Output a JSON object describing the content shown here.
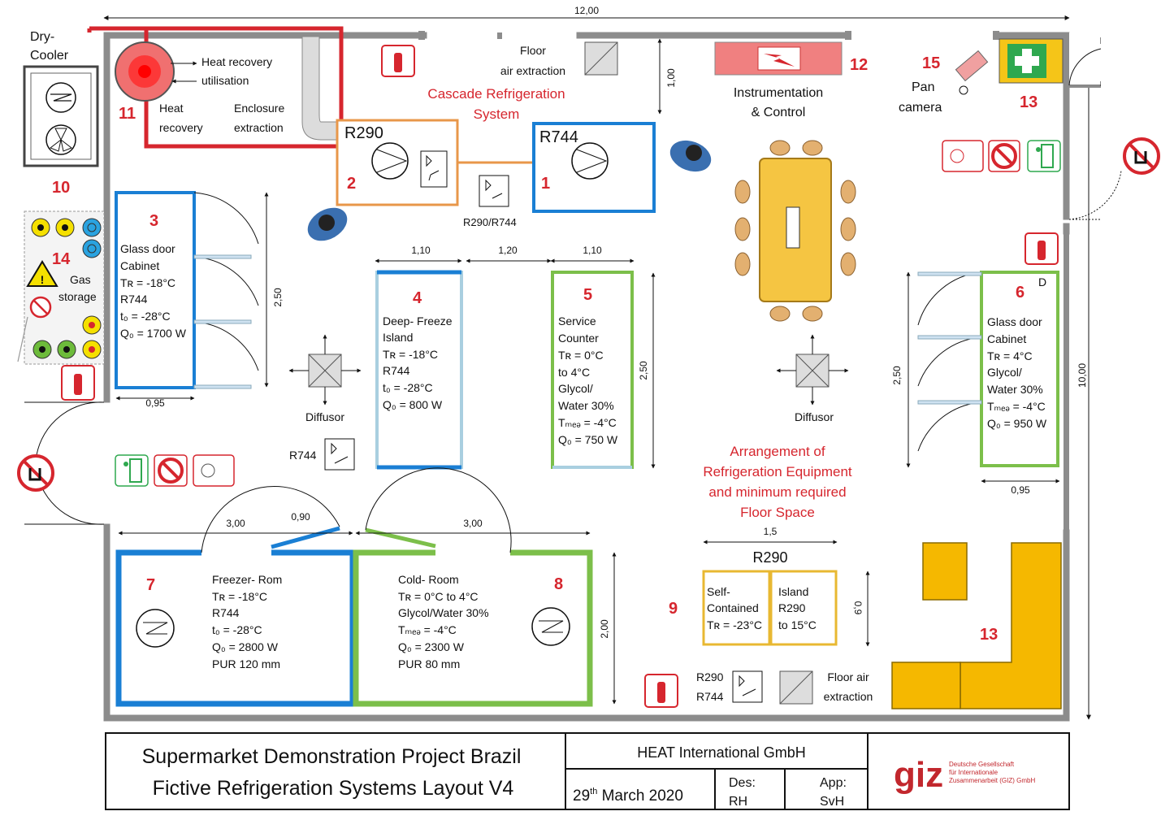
{
  "overall_dims": {
    "width": "12,00",
    "height": "10,00",
    "floor_air_depth": "1,00"
  },
  "title_block": {
    "line1": "Supermarket Demonstration Project Brazil",
    "line2": "Fictive Refrigeration Systems Layout V4",
    "company": "HEAT International GmbH",
    "date_day": "29",
    "date_sup": "th",
    "date_rest": " March 2020",
    "des_label": "Des:",
    "des_value": "RH",
    "app_label": "App:",
    "app_value": "SvH",
    "logo_text": "giz",
    "logo_sub1": "Deutsche Gesellschaft",
    "logo_sub2": "für Internationale",
    "logo_sub3": "Zusammenarbeit (GIZ) GmbH"
  },
  "labels": {
    "dry_cooler_1": "Dry-",
    "dry_cooler_2": "Cooler",
    "heat_recovery_util_1": "Heat recovery",
    "heat_recovery_util_2": "utilisation",
    "heat_recovery_1": "Heat",
    "heat_recovery_2": "recovery",
    "enclosure_1": "Enclosure",
    "enclosure_2": "extraction",
    "floor_air_1": "Floor",
    "floor_air_2": "air extraction",
    "cascade_1": "Cascade Refrigeration",
    "cascade_2": "System",
    "instrumentation_1": "Instrumentation",
    "instrumentation_2": "& Control",
    "pan_1": "Pan",
    "pan_2": "camera",
    "r290": "R290",
    "r744": "R744",
    "r290_r744": "R290/R744",
    "gas_1": "Gas",
    "gas_2": "storage",
    "diffusor": "Diffusor",
    "arrangement_1": "Arrangement of",
    "arrangement_2": "Refrigeration Equipment",
    "arrangement_3": "and minimum required",
    "arrangement_4": "Floor Space",
    "floor_air_br_1": "Floor air",
    "floor_air_br_2": "extraction",
    "r290_br": "R290",
    "r744_br": "R744",
    "r744_mid": "R744",
    "d_mark": "D"
  },
  "numbers": {
    "n1": "1",
    "n2": "2",
    "n3": "3",
    "n4": "4",
    "n5": "5",
    "n6": "6",
    "n7": "7",
    "n8": "8",
    "n9": "9",
    "n10": "10",
    "n11": "11",
    "n12": "12",
    "n13a": "13",
    "n13b": "13",
    "n14": "14",
    "n15": "15"
  },
  "dims": {
    "d110a": "1,10",
    "d120": "1,20",
    "d110b": "1,10",
    "d250a": "2,50",
    "d250b": "2,50",
    "d250c": "2,50",
    "d095a": "0,95",
    "d095b": "0,95",
    "d300a": "3,00",
    "d090": "0,90",
    "d300b": "3,00",
    "d200": "2,00",
    "d15": "1,5",
    "d09": "0,9"
  },
  "units": {
    "u3": {
      "l1": "Glass door",
      "l2": "Cabinet",
      "l3": "Tʀ = -18°C",
      "l4": "R744",
      "l5": "t₀ = -28°C",
      "l6": "Q₀ = 1700 W"
    },
    "u4": {
      "l1": "Deep- Freeze",
      "l2": "Island",
      "l3": "Tʀ = -18°C",
      "l4": "R744",
      "l5": "t₀ = -28°C",
      "l6": "Q₀ = 800 W"
    },
    "u5": {
      "l1": "Service",
      "l2": "Counter",
      "l3": "Tʀ =  0°C",
      "l4": "to 4°C",
      "l5": "Glycol/",
      "l6": "Water 30%",
      "l7": "Tₘₑₔ = -4°C",
      "l8": "Q₀ = 750 W"
    },
    "u6": {
      "l1": "Glass door",
      "l2": "Cabinet",
      "l3": "Tʀ =  4°C",
      "l4": "Glycol/",
      "l5": "Water 30%",
      "l6": "Tₘₑₔ = -4°C",
      "l7": "Q₀ = 950 W"
    },
    "u7": {
      "l1": "Freezer- Rom",
      "l2": "Tʀ = -18°C",
      "l3": "R744",
      "l4": "t₀ = -28°C",
      "l5": "Q₀ = 2800 W",
      "l6": "PUR 120 mm"
    },
    "u8": {
      "l1": "Cold- Room",
      "l2": "Tʀ = 0°C to 4°C",
      "l3": "Glycol/Water 30%",
      "l4": "Tₘₑₔ = -4°C",
      "l5": "Q₀ = 2300 W",
      "l6": "PUR 80 mm"
    },
    "u9": {
      "title": "R290",
      "a1": "Self-",
      "a2": "Contained",
      "a3": "Tʀ = -23°C",
      "b1": "Island",
      "b2": "R290",
      "b3": "to 15°C"
    }
  },
  "colors": {
    "r744_blue": "#1a7fd4",
    "r290_orange": "#e8974a",
    "glycol_green": "#7cbf4a",
    "wall_gray": "#8c8c8c",
    "red": "#d6262e",
    "yellow": "#f5c518"
  }
}
